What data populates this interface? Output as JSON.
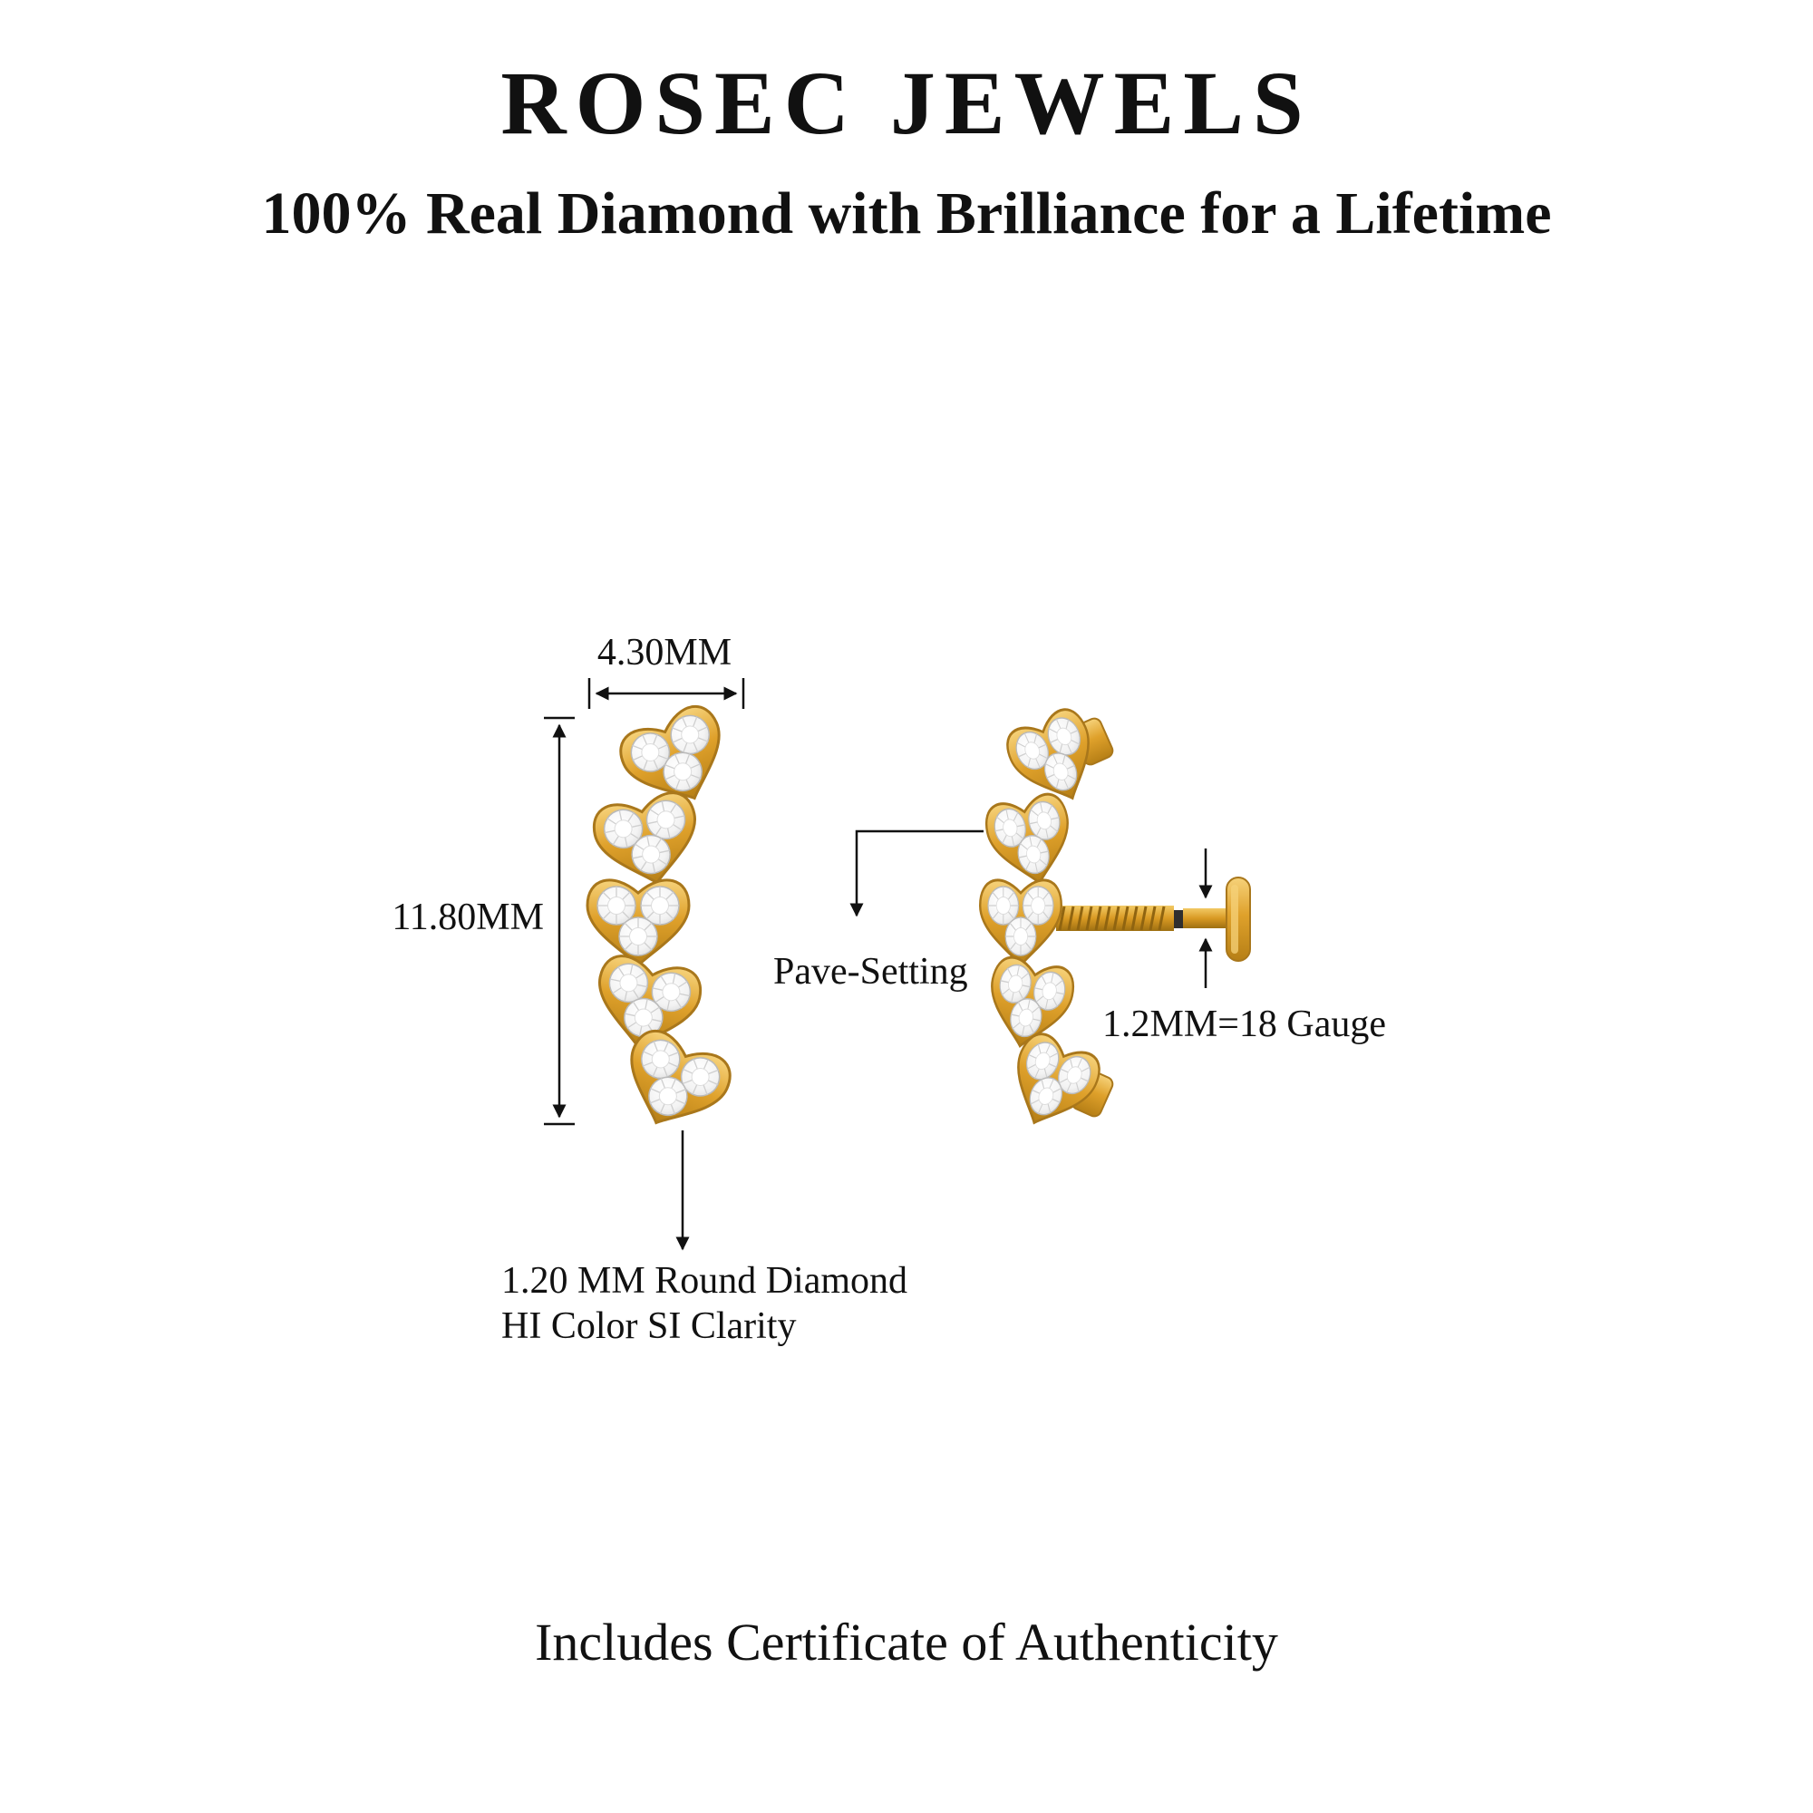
{
  "header": {
    "brand": "ROSEC JEWELS",
    "tagline": "100% Real Diamond with Brilliance for a Lifetime"
  },
  "annotations": {
    "width": "4.30MM",
    "height": "11.80MM",
    "setting": "Pave-Setting",
    "gauge": "1.2MM=18 Gauge",
    "diamond_line1": "1.20 MM Round Diamond",
    "diamond_line2": "HI Color SI Clarity"
  },
  "footer": {
    "note": "Includes Certificate of Authenticity"
  },
  "product": {
    "views": [
      "front-view-earring",
      "side-view-earring"
    ],
    "clusters_per_earring": 5,
    "diamonds_per_cluster": 3
  },
  "colors": {
    "gold": "#DFA12B",
    "gold-dark": "#A9771B",
    "gold-light": "#F6D27A",
    "diamond": "#F4F4F4",
    "text": "#111111",
    "background": "#FFFFFF"
  }
}
